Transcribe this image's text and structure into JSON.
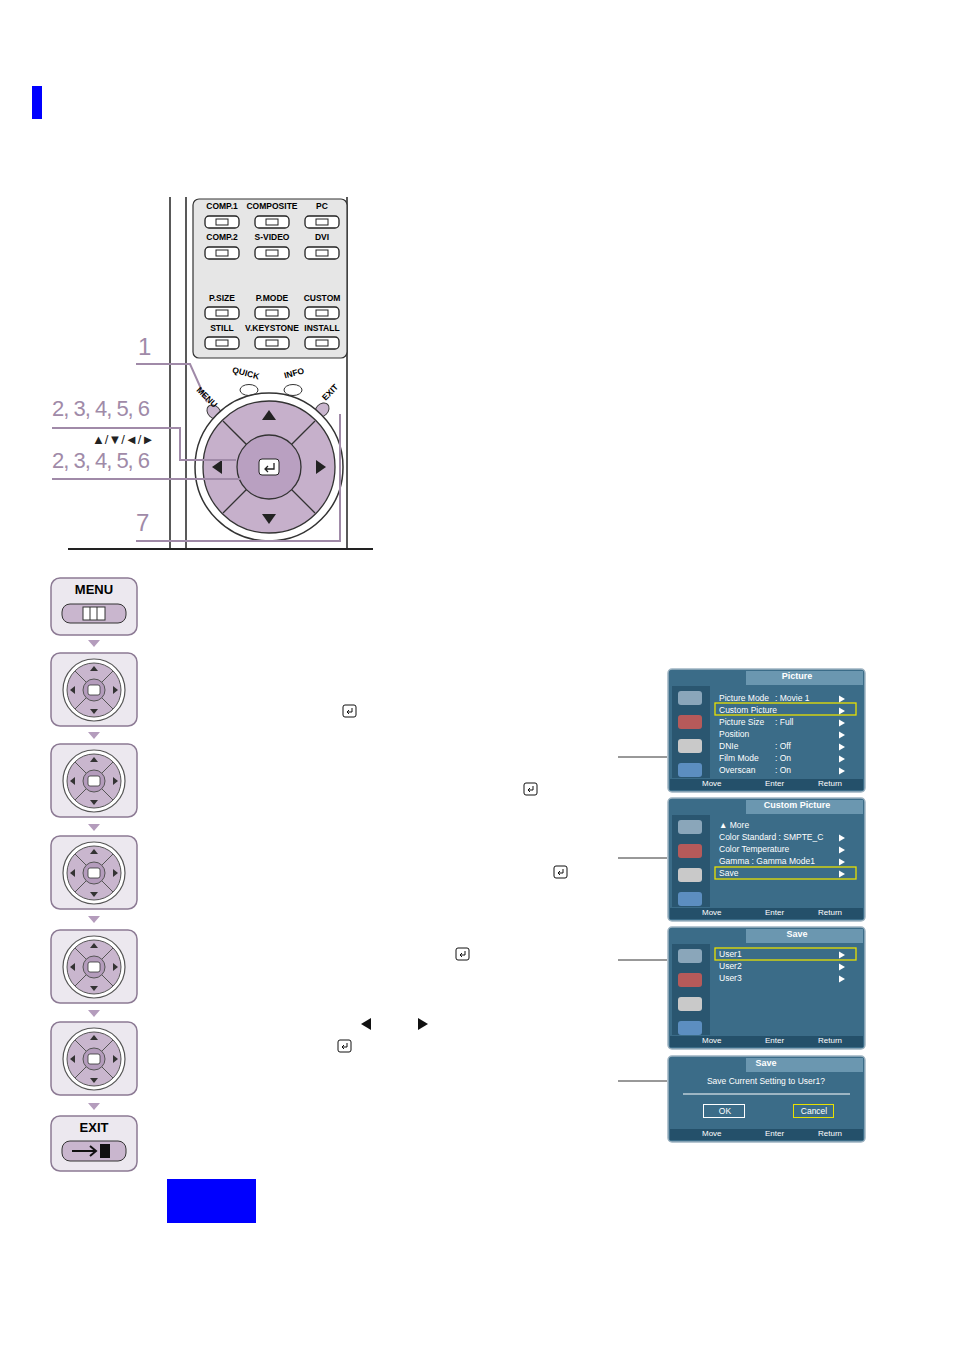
{
  "diagram": {
    "nodes": [
      {
        "text": [
          "MENU"
        ]
      },
      {
        "text": [
          "Picture",
          "Picture Mode",
          ": Movie 1",
          "Custom Picture",
          "Picture Size",
          ": Full",
          "Position",
          "DNIe",
          ": Off",
          "Film Mode",
          ": On",
          "Overscan",
          ": On",
          "Move",
          "Enter",
          "Return"
        ]
      },
      {
        "text": [
          "Custom Picture",
          "▲ More",
          "Color Standard : SMPTE_C",
          "Color Temperature",
          "Gamma : Gamma Mode1",
          "Save",
          "Move",
          "Enter",
          "Return"
        ]
      },
      {
        "text": [
          "Save",
          "User1",
          "User2",
          "User3",
          "Move",
          "Enter",
          "Return"
        ]
      },
      {
        "text": [
          "Save",
          "Save Current Setting to User1?",
          "Move",
          "Enter",
          "Return"
        ]
      },
      {
        "text": [
          "OK"
        ],
        "in": 4
      },
      {
        "text": [
          "Cancel"
        ],
        "in": 4
      },
      {
        "text": [
          "EXIT"
        ]
      }
    ],
    "labels": [
      "COMP.1",
      "COMPOSITE",
      "PC",
      "COMP.2",
      "S-VIDEO",
      "DVI",
      "P.SIZE",
      "P.MODE",
      "CUSTOM",
      "STILL",
      "V.KEYSTONE",
      "INSTALL",
      "MENU",
      "QUICK",
      "INFO",
      "EXIT",
      "1",
      "2, 3, 4, 5, 6",
      "▲/▼/◄/►",
      "2, 3, 4, 5, 6",
      "7"
    ]
  }
}
